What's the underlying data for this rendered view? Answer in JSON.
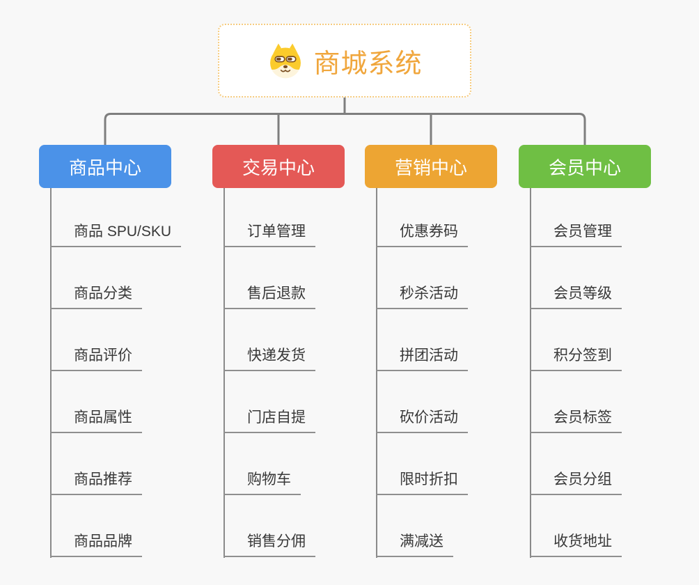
{
  "root": {
    "title": "商城系统",
    "icon": "dog-face-icon"
  },
  "branches": [
    {
      "label": "商品中心",
      "color": "#4B92E8",
      "children": [
        "商品 SPU/SKU",
        "商品分类",
        "商品评价",
        "商品属性",
        "商品推荐",
        "商品品牌"
      ]
    },
    {
      "label": "交易中心",
      "color": "#E45956",
      "children": [
        "订单管理",
        "售后退款",
        "快递发货",
        "门店自提",
        "购物车",
        "销售分佣"
      ]
    },
    {
      "label": "营销中心",
      "color": "#EDA533",
      "children": [
        "优惠券码",
        "秒杀活动",
        "拼团活动",
        "砍价活动",
        "限时折扣",
        "满减送"
      ]
    },
    {
      "label": "会员中心",
      "color": "#6FBF44",
      "children": [
        "会员管理",
        "会员等级",
        "积分签到",
        "会员标签",
        "会员分组",
        "收货地址"
      ]
    }
  ],
  "colors": {
    "background": "#F8F8F8",
    "connector": "#7E7E7E",
    "branch_line": "#8A8A8A",
    "leaf_underline": "#8F8F8F",
    "leaf_text": "#383838",
    "node_text": "#FFFFFF",
    "root_title": "#F0A63C",
    "root_border": "#F6CB7E",
    "root_bg": "#FFFFFF",
    "dog_yellow": "#FBCB2C",
    "dog_cream": "#FDF4DC",
    "dog_brown": "#7A4E21"
  }
}
